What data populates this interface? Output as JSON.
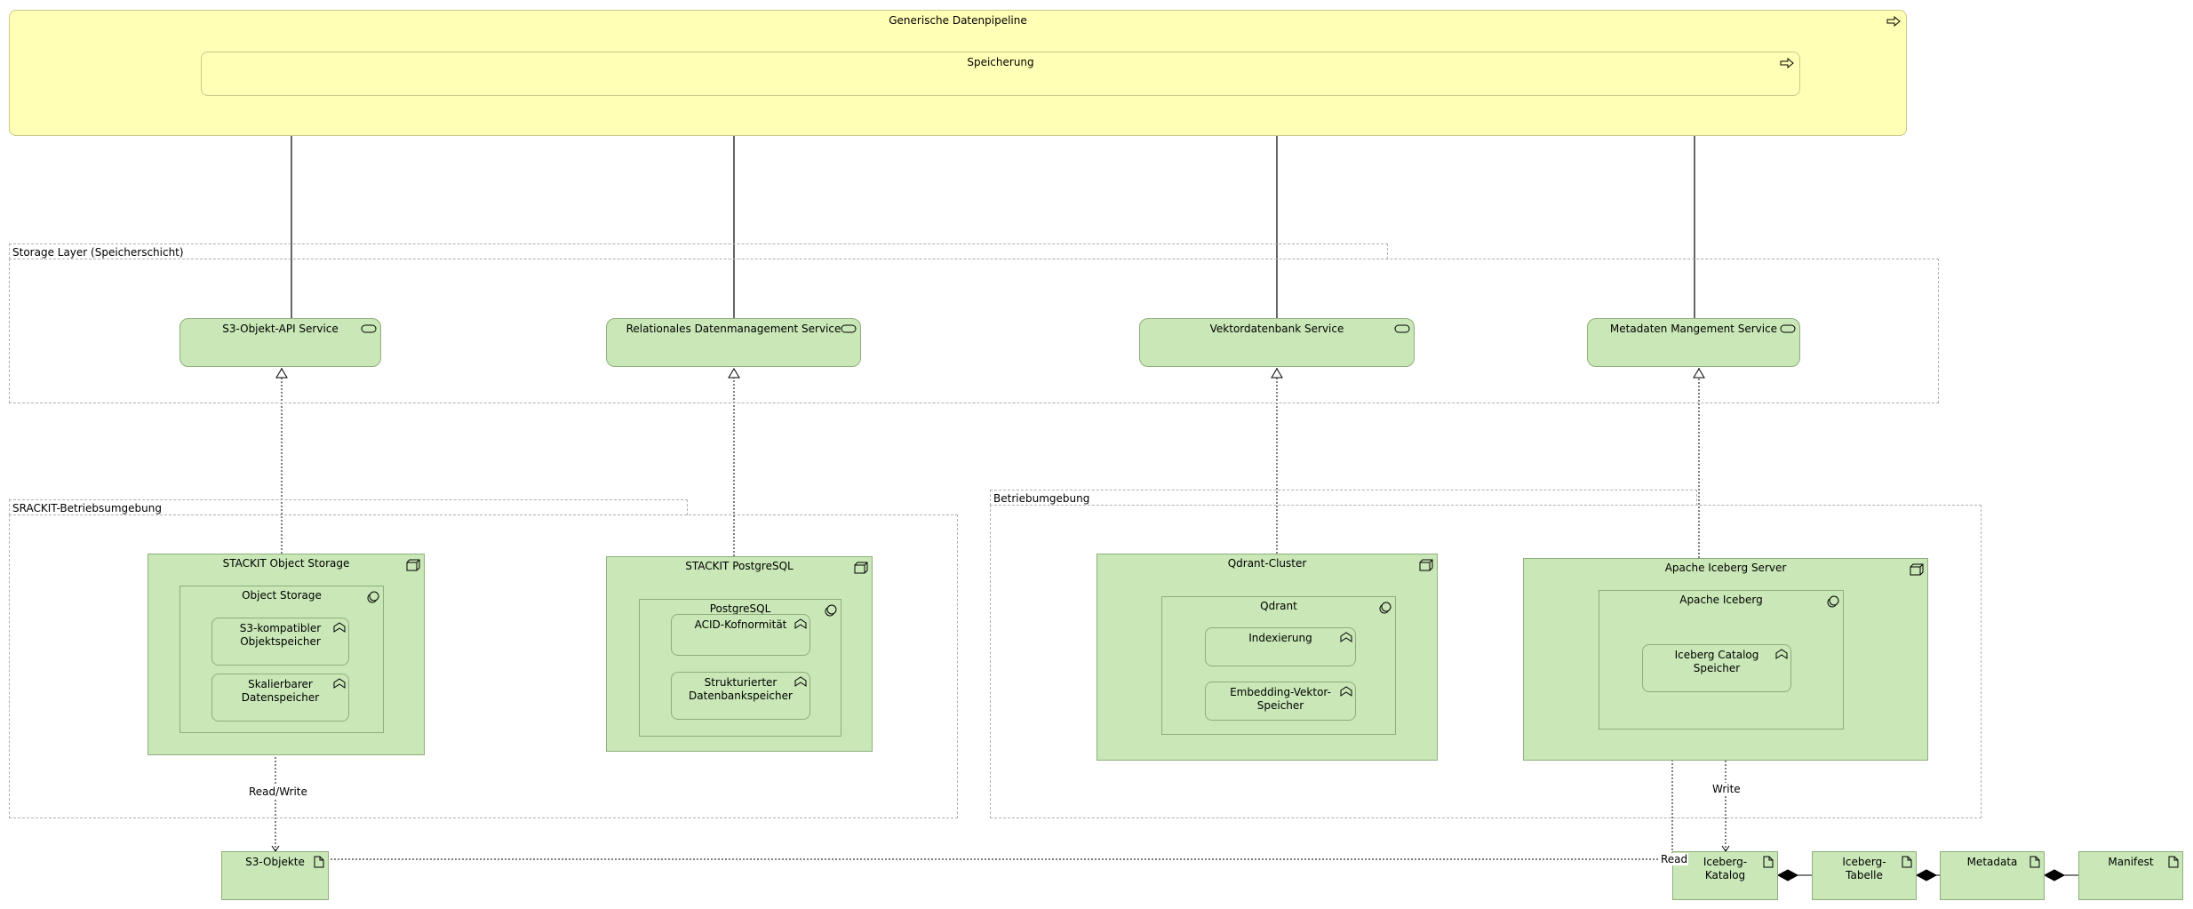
{
  "top": {
    "pipeline_title": "Generische Datenpipeline",
    "storage_title": "Speicherung"
  },
  "storage_layer": {
    "label": "Storage Layer (Speicherschicht)",
    "services": [
      "S3-Objekt-API Service",
      "Relationales Datenmanagement Service",
      "Vektordatenbank Service",
      "Metadaten Mangement Service"
    ]
  },
  "stackit_env": {
    "label": "SRACKIT-Betriebsumgebung",
    "object_storage": {
      "node": "STACKIT Object Storage",
      "system": "Object Storage",
      "functions": [
        [
          "S3-kompatibler",
          "Objektspeicher"
        ],
        [
          "Skalierbarer",
          "Datenspeicher"
        ]
      ]
    },
    "postgres": {
      "node": "STACKIT PostgreSQL",
      "system": "PostgreSQL",
      "functions": [
        [
          "ACID-Kofnormität"
        ],
        [
          "Strukturierter",
          "Datenbankspeicher"
        ]
      ]
    }
  },
  "betrieb_env": {
    "label": "Betriebumgebung",
    "qdrant": {
      "node": "Qdrant-Cluster",
      "system": "Qdrant",
      "functions": [
        [
          "Indexierung"
        ],
        [
          "Embedding-Vektor-",
          "Speicher"
        ]
      ]
    },
    "iceberg": {
      "node": "Apache Iceberg Server",
      "system": "Apache Iceberg",
      "functions": [
        [
          "Iceberg Catalog",
          "Speicher"
        ]
      ]
    }
  },
  "artifacts": {
    "s3_objekte": "S3-Objekte",
    "iceberg_katalog": [
      "Iceberg-",
      "Katalog"
    ],
    "iceberg_tabelle": [
      "Iceberg-",
      "Tabelle"
    ],
    "metadata": "Metadata",
    "manifest": "Manifest"
  },
  "edge_labels": {
    "read_write": "Read/Write",
    "write": "Write",
    "read": "Read"
  }
}
